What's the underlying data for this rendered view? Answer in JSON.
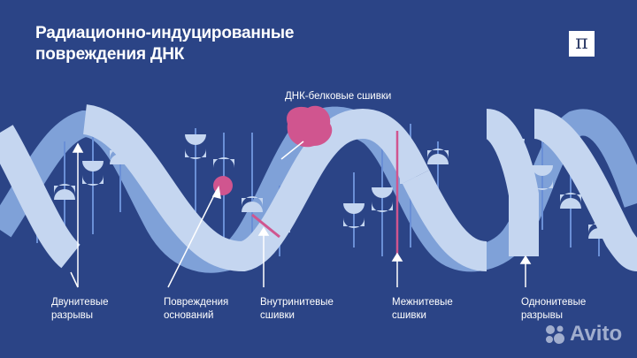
{
  "header": {
    "title_line1": "Радиационно-индуцированные",
    "title_line2": "повреждения ДНК",
    "logo_symbol": "π"
  },
  "diagram": {
    "top_label": "ДНК-белковые сшивки",
    "labels": [
      {
        "id": "double-strand-breaks",
        "line1": "Двунитевые",
        "line2": "разрывы"
      },
      {
        "id": "base-damage",
        "line1": "Повреждения",
        "line2": "оснований"
      },
      {
        "id": "intrastrand-crosslinks",
        "line1": "Внутринитевые",
        "line2": "сшивки"
      },
      {
        "id": "interstrand-crosslinks",
        "line1": "Межнитевые",
        "line2": "сшивки"
      },
      {
        "id": "single-strand-breaks",
        "line1": "Однонитевые",
        "line2": "разрывы"
      }
    ],
    "colors": {
      "background": "#2b4486",
      "strand_light": "#c5d6f0",
      "strand_mid": "#7fa1d8",
      "damage": "#d0558f",
      "text": "#ffffff"
    }
  },
  "watermark": {
    "text": "Avito"
  }
}
